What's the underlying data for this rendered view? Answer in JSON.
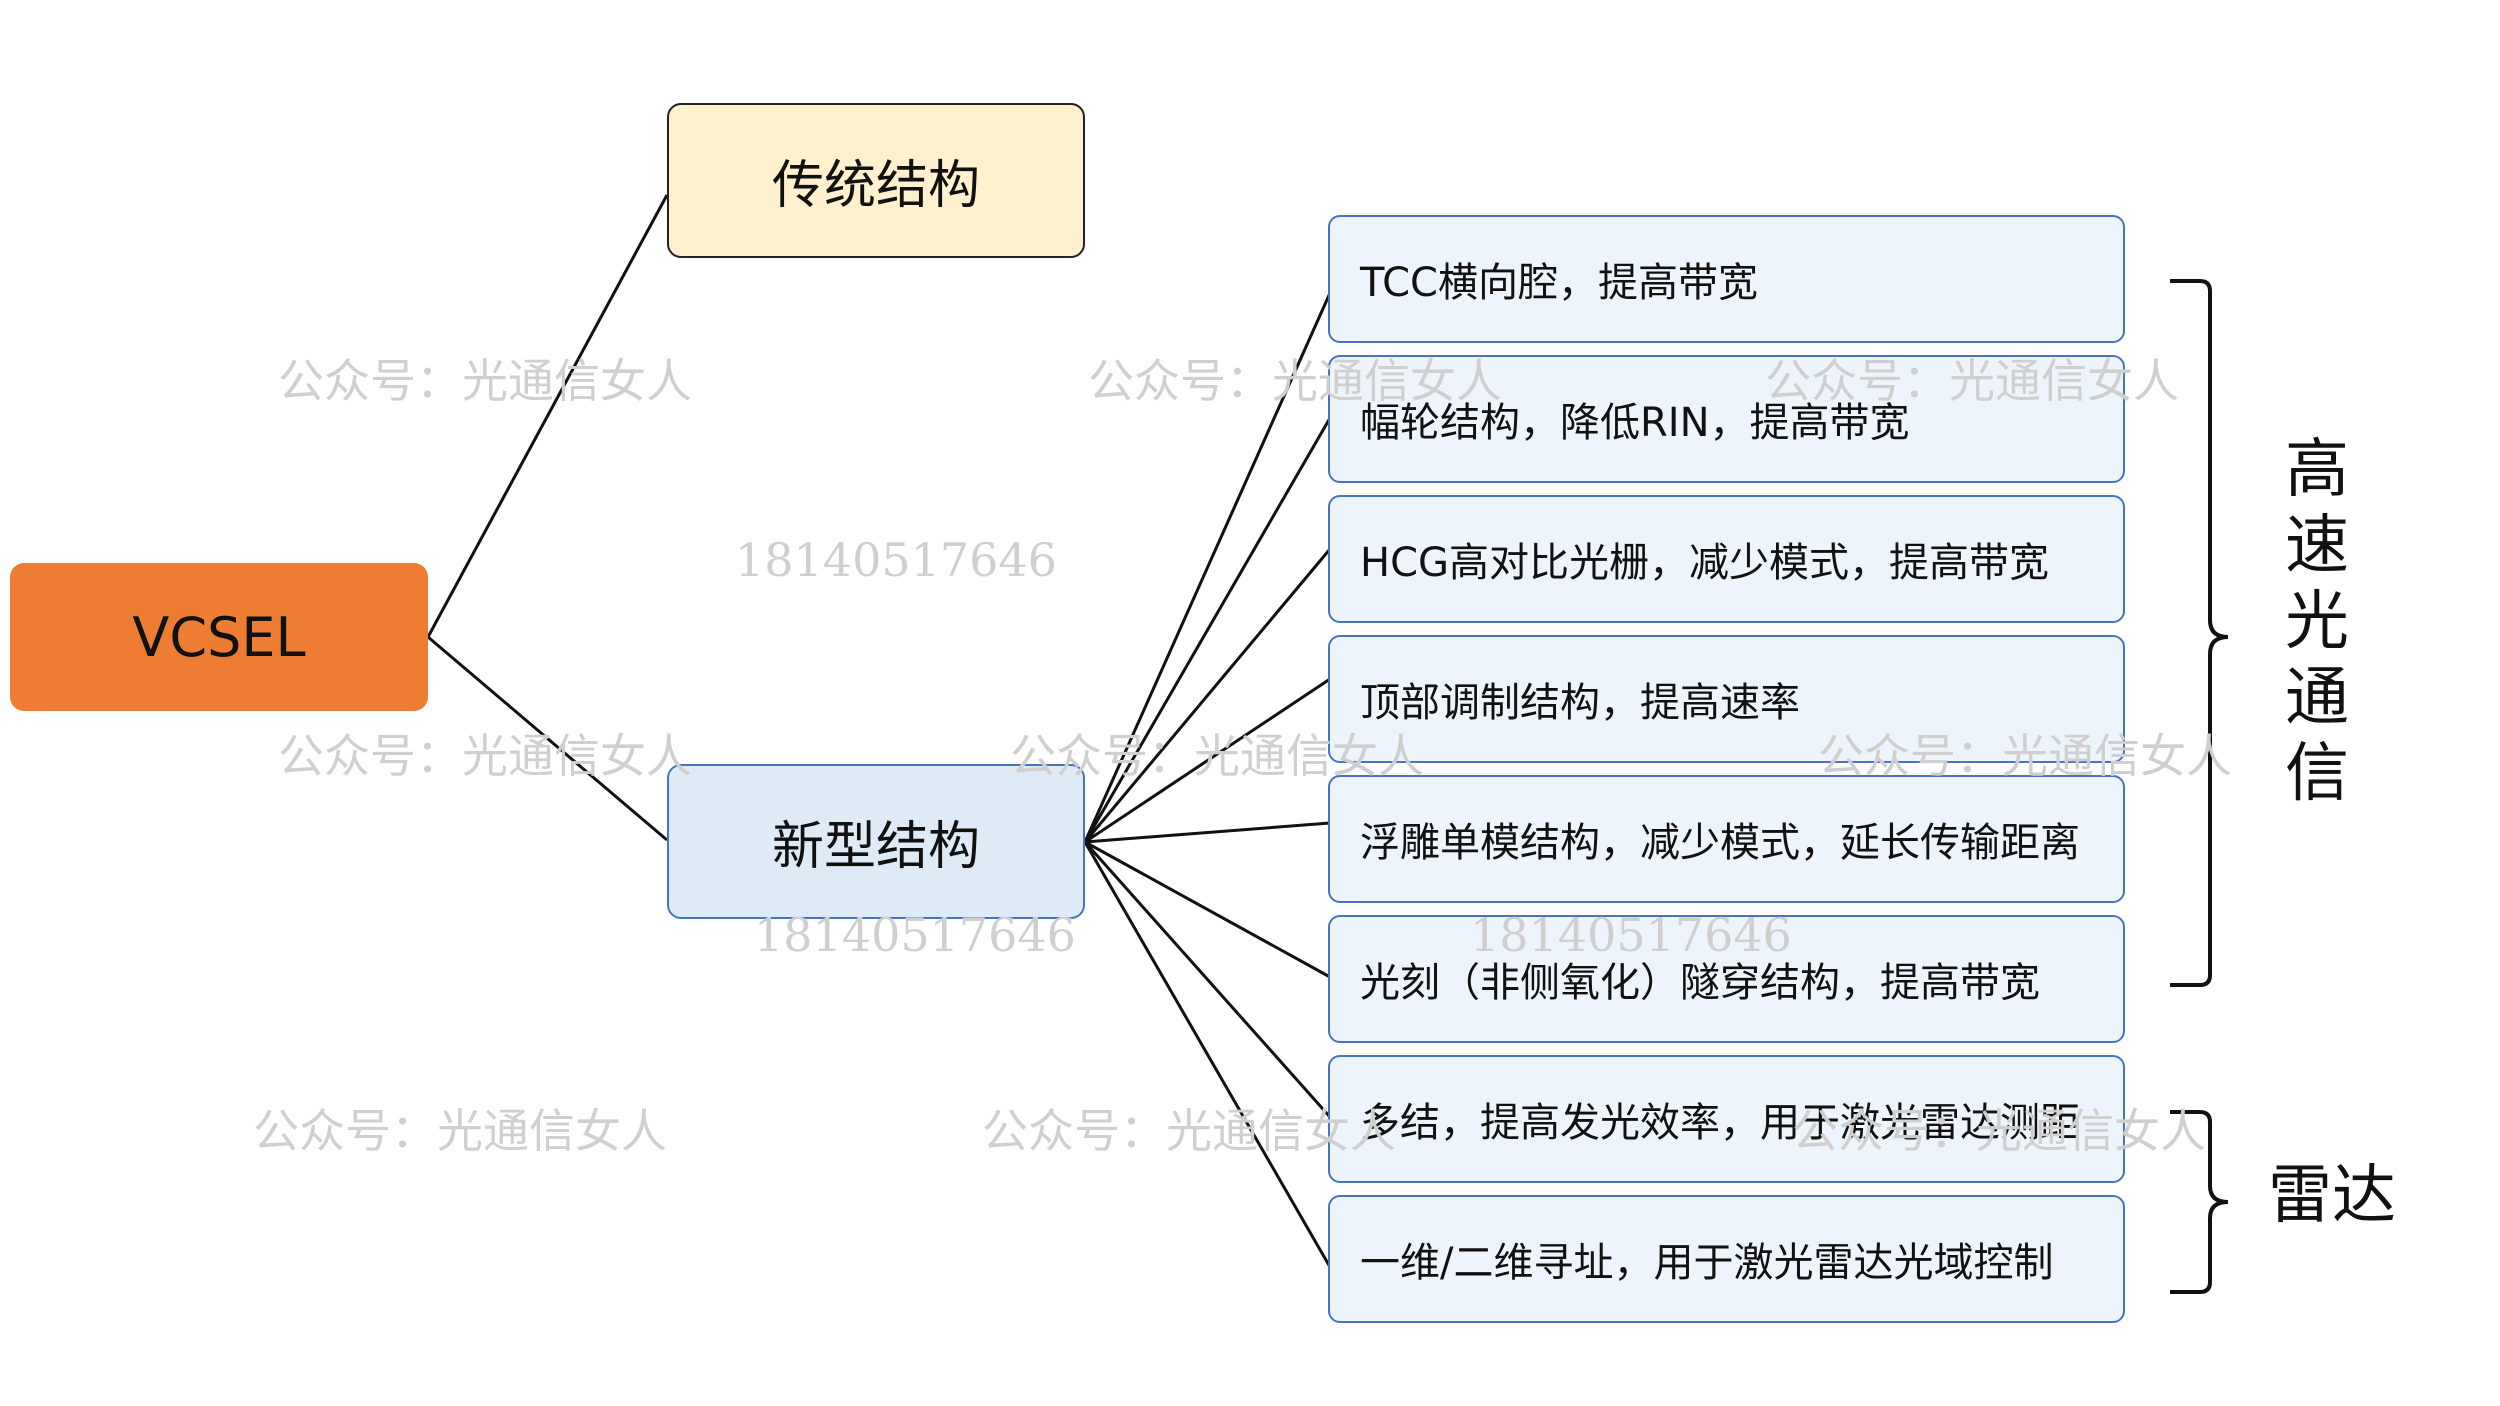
{
  "root": {
    "label": "VCSEL"
  },
  "branches": {
    "traditional": {
      "label": "传统结构"
    },
    "new": {
      "label": "新型结构"
    }
  },
  "leaves": [
    "TCC横向腔，提高带宽",
    "幅轮结构，降低RIN，提高带宽",
    "HCG高对比光栅，减少模式，提高带宽",
    "顶部调制结构，提高速率",
    "浮雕单模结构，减少模式，延长传输距离",
    "光刻（非侧氧化）隧穿结构，提高带宽",
    "多结，提高发光效率，用于激光雷达测距",
    "一维/二维寻址，用于激光雷达光域控制"
  ],
  "categories": {
    "high_speed": [
      "高",
      "速",
      "光",
      "通",
      "信"
    ],
    "radar": "雷达"
  },
  "watermarks": {
    "account": "公众号：光通信女人",
    "number": "18140517646"
  },
  "colors": {
    "root_fill": "#ee7d33",
    "traditional_fill": "#fff1cd",
    "new_fill": "#deebf7",
    "leaf_fill": "#eef4fb",
    "leaf_border": "#4a72c4"
  }
}
